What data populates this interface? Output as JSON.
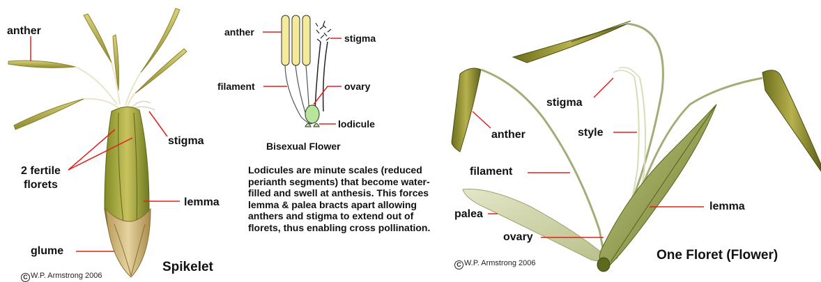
{
  "left_panel": {
    "labels": {
      "anther": "anther",
      "stigma": "stigma",
      "fertile_florets": "2 fertile\nflorets",
      "lemma": "lemma",
      "glume": "glume"
    },
    "caption": "Spikelet",
    "credit": "W.P. Armstrong 2006"
  },
  "middle_panel": {
    "labels": {
      "anther": "anther",
      "stigma": "stigma",
      "filament": "filament",
      "ovary": "ovary",
      "lodicule": "lodicule"
    },
    "caption": "Bisexual Flower",
    "description": "Lodicules are minute scales (reduced perianth segments) that become water-filled and swell at anthesis. This forces lemma & palea bracts apart allowing anthers and stigma to extend out of florets, thus enabling cross pollination."
  },
  "right_panel": {
    "labels": {
      "stigma": "stigma",
      "anther": "anther",
      "style": "style",
      "filament": "filament",
      "lemma": "lemma",
      "palea": "palea",
      "ovary": "ovary"
    },
    "caption": "One Floret (Flower)",
    "credit": "W.P. Armstrong 2006"
  },
  "colors": {
    "leader_line": "#e0201b",
    "anther_fill": "#b8b04a",
    "schematic_anther": "#f3ea9a",
    "glume": "#c9ad6b",
    "lemma": "#9a9a3a"
  }
}
